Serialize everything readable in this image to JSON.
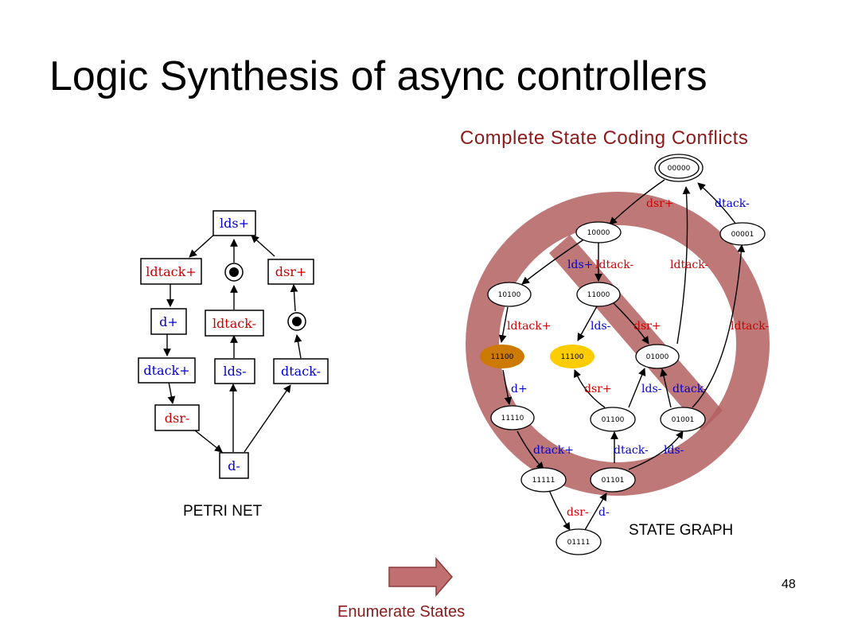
{
  "slide": {
    "title": "Logic Synthesis of async controllers",
    "subtitle": "Complete State Coding Conflicts",
    "petri_caption": "PETRI NET",
    "state_graph_caption": "STATE GRAPH",
    "enumerate_caption": "Enumerate States",
    "page_number": "48"
  },
  "colors": {
    "red_label": "#cc0000",
    "blue_label": "#0000cc",
    "no_symbol": "#b36060",
    "arrow_fill": "#c07070",
    "conflict_dark": "#cc7a00",
    "conflict_light": "#ffcc00",
    "caption_red": "#8b1a1a"
  },
  "petri": {
    "transitions": [
      {
        "id": "lds_plus",
        "label": "lds+",
        "color": "blue"
      },
      {
        "id": "ldtack_plus",
        "label": "ldtack+",
        "color": "red"
      },
      {
        "id": "dsr_plus",
        "label": "dsr+",
        "color": "red"
      },
      {
        "id": "d_plus",
        "label": "d+",
        "color": "blue"
      },
      {
        "id": "ldtack_minus",
        "label": "ldtack-",
        "color": "red"
      },
      {
        "id": "dtack_plus",
        "label": "dtack+",
        "color": "blue"
      },
      {
        "id": "lds_minus",
        "label": "lds-",
        "color": "blue"
      },
      {
        "id": "dtack_minus",
        "label": "dtack-",
        "color": "blue"
      },
      {
        "id": "dsr_minus",
        "label": "dsr-",
        "color": "red"
      },
      {
        "id": "d_minus",
        "label": "d-",
        "color": "blue"
      }
    ]
  },
  "state_graph": {
    "states": [
      {
        "id": "s00000",
        "label": "00000"
      },
      {
        "id": "s10000",
        "label": "10000"
      },
      {
        "id": "s00001",
        "label": "00001"
      },
      {
        "id": "s10100",
        "label": "10100"
      },
      {
        "id": "s11000",
        "label": "11000"
      },
      {
        "id": "s11100a",
        "label": "11100"
      },
      {
        "id": "s11100b",
        "label": "11100"
      },
      {
        "id": "s01000",
        "label": "01000"
      },
      {
        "id": "s11110",
        "label": "11110"
      },
      {
        "id": "s01100",
        "label": "01100"
      },
      {
        "id": "s01001",
        "label": "01001"
      },
      {
        "id": "s11111",
        "label": "11111"
      },
      {
        "id": "s01101",
        "label": "01101"
      },
      {
        "id": "s01111",
        "label": "01111"
      }
    ],
    "edges": [
      {
        "id": "e1",
        "label": "dsr+",
        "color": "red"
      },
      {
        "id": "e2",
        "label": "dtack-",
        "color": "blue"
      },
      {
        "id": "e3",
        "label": "lds+",
        "color": "blue"
      },
      {
        "id": "e4",
        "label": "ldtack-",
        "color": "red"
      },
      {
        "id": "e5",
        "label": "ldtack-",
        "color": "red"
      },
      {
        "id": "e6",
        "label": "ldtack+",
        "color": "red"
      },
      {
        "id": "e7",
        "label": "lds-",
        "color": "blue"
      },
      {
        "id": "e8",
        "label": "dsr+",
        "color": "red"
      },
      {
        "id": "e9",
        "label": "ldtack-",
        "color": "red"
      },
      {
        "id": "e10",
        "label": "d+",
        "color": "blue"
      },
      {
        "id": "e11",
        "label": "dsr+",
        "color": "red"
      },
      {
        "id": "e12",
        "label": "lds-",
        "color": "blue"
      },
      {
        "id": "e13",
        "label": "dtack-",
        "color": "blue"
      },
      {
        "id": "e14",
        "label": "dtack+",
        "color": "blue"
      },
      {
        "id": "e15",
        "label": "dtack-",
        "color": "blue"
      },
      {
        "id": "e16",
        "label": "lds-",
        "color": "blue"
      },
      {
        "id": "e17",
        "label": "dsr-",
        "color": "red"
      },
      {
        "id": "e18",
        "label": "d-",
        "color": "blue"
      }
    ]
  }
}
